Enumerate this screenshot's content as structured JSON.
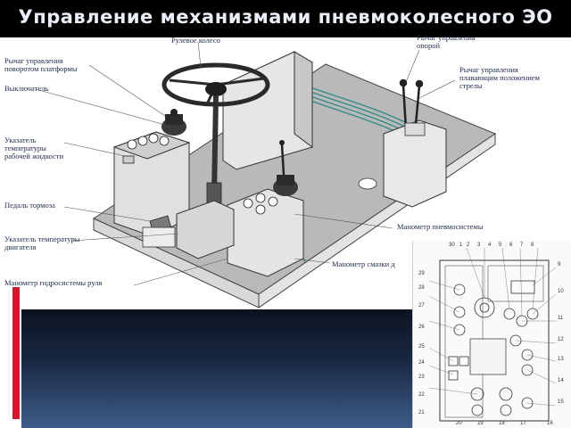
{
  "title": "Управление механизмами пневмоколесного ЭО",
  "labels": {
    "steering_wheel": "Рулевое колесо",
    "platform_lever": "Рычаг управления\nповоротом платформы",
    "switch": "Выключатель",
    "fluid_temp": "Указатель\nтемпературы\nрабочей жидкости",
    "brake_pedal": "Педаль тормоза",
    "engine_temp": "Указатель температуры\nдвигателя",
    "steering_gauge": "Манометр гидросистемы руля",
    "support_lever": "Рычаг управления\nопорой",
    "boom_lever": "Рычаг управления\nплавающим положением\nстрелы",
    "pneumo_gauge": "Манометр пневмосистемы",
    "lube_gauge": "Манометр смазки д"
  },
  "inset_numbers": [
    "1",
    "2",
    "3",
    "4",
    "5",
    "6",
    "7",
    "8",
    "9",
    "10",
    "11",
    "12",
    "13",
    "14",
    "15",
    "16",
    "17",
    "18",
    "19",
    "20",
    "21",
    "22",
    "23",
    "24",
    "25",
    "26",
    "27",
    "28",
    "29",
    "30"
  ]
}
